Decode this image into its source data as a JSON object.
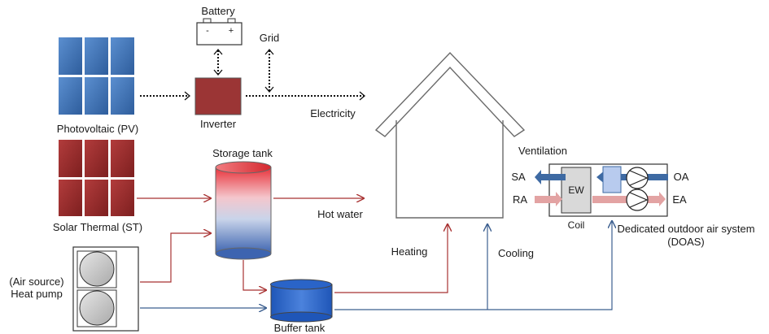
{
  "labels": {
    "battery": "Battery",
    "battery_minus": "-",
    "battery_plus": "+",
    "grid": "Grid",
    "inverter": "Inverter",
    "electricity": "Electricity",
    "pv": "Photovoltaic (PV)",
    "st": "Solar Thermal (ST)",
    "storage_tank": "Storage tank",
    "hot_water": "Hot water",
    "heat_pump_line1": "(Air source)",
    "heat_pump_line2": "Heat pump",
    "buffer_tank": "Buffer tank",
    "heating": "Heating",
    "cooling": "Cooling",
    "ventilation": "Ventilation",
    "sa": "SA",
    "ra": "RA",
    "ew": "EW",
    "coil": "Coil",
    "oa": "OA",
    "ea": "EA",
    "doas_line1": "Dedicated outdoor air system",
    "doas_line2": "(DOAS)"
  },
  "colors": {
    "pv_panel": "#3a6fb5",
    "st_panel": "#9b2a2a",
    "inverter": "#9b3535",
    "hot_line": "#a83232",
    "cold_line": "#3c5f8f",
    "sa_arrow": "#3e6aa3",
    "ra_arrow": "#e3a3a3"
  }
}
